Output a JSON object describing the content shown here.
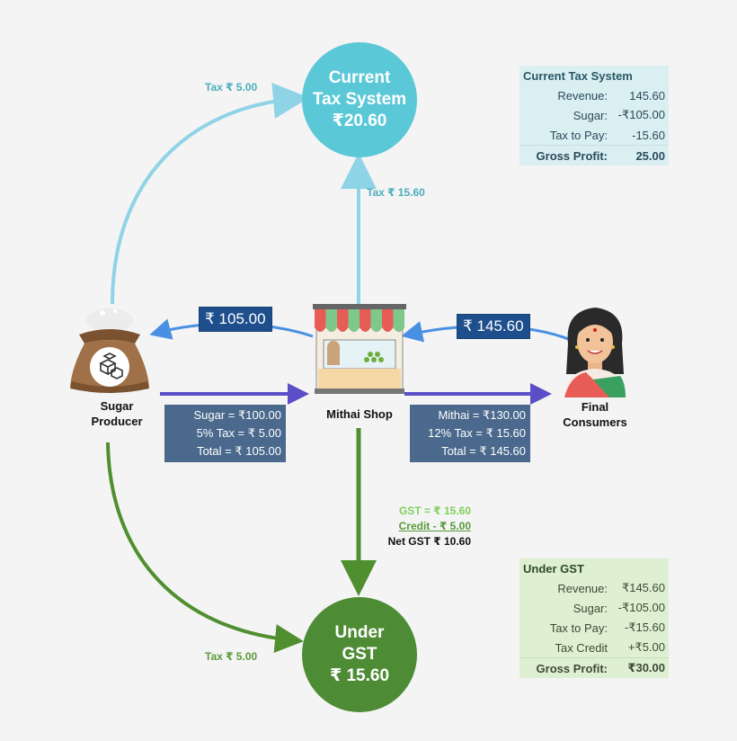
{
  "nodes": {
    "current_tax": {
      "line1": "Current",
      "line2": "Tax System",
      "line3": "₹20.60",
      "color": "#5bc8d8"
    },
    "under_gst": {
      "line1": "Under",
      "line2": "GST",
      "line3": "₹ 15.60",
      "color": "#4d8c35"
    },
    "sugar_producer": {
      "line1": "Sugar",
      "line2": "Producer"
    },
    "mithai_shop": {
      "label": "Mithai Shop"
    },
    "final_consumers": {
      "line1": "Final",
      "line2": "Consumers"
    }
  },
  "flow_labels": {
    "producer_to_current": "Tax ₹ 5.00",
    "shop_to_current": "Tax ₹ 15.60",
    "producer_to_gst": "Tax ₹ 5.00"
  },
  "payments": {
    "shop_to_producer": "₹ 105.00",
    "consumer_to_shop": "₹ 145.60"
  },
  "producer_invoice": [
    "Sugar = ₹100.00",
    "5% Tax = ₹ 5.00",
    "Total = ₹ 105.00"
  ],
  "shop_invoice": [
    "Mithai = ₹130.00",
    "12% Tax = ₹ 15.60",
    "Total = ₹ 145.60"
  ],
  "gst_calc": {
    "gst": "GST = ₹ 15.60",
    "credit": "Credit - ₹ 5.00",
    "net": "Net GST ₹ 10.60"
  },
  "current_ledger": {
    "title": "Current Tax System",
    "rows": [
      {
        "name": "Revenue:",
        "value": "145.60"
      },
      {
        "name": "Sugar:",
        "value": "-₹105.00"
      },
      {
        "name": "Tax to Pay:",
        "value": "-15.60"
      }
    ],
    "total": {
      "name": "Gross Profit:",
      "value": "25.00"
    }
  },
  "gst_ledger": {
    "title": "Under GST",
    "rows": [
      {
        "name": "Revenue:",
        "value": "₹145.60"
      },
      {
        "name": "Sugar:",
        "value": "-₹105.00"
      },
      {
        "name": "Tax to Pay:",
        "value": "-₹15.60"
      },
      {
        "name": "Tax Credit",
        "value": "+₹5.00"
      }
    ],
    "total": {
      "name": "Gross Profit:",
      "value": "₹30.00"
    }
  },
  "colors": {
    "teal_arrow": "#8fd3e6",
    "blue_arrow": "#4a90e2",
    "purple_arrow": "#5b4fc8",
    "green_arrow": "#4f8f2f"
  }
}
